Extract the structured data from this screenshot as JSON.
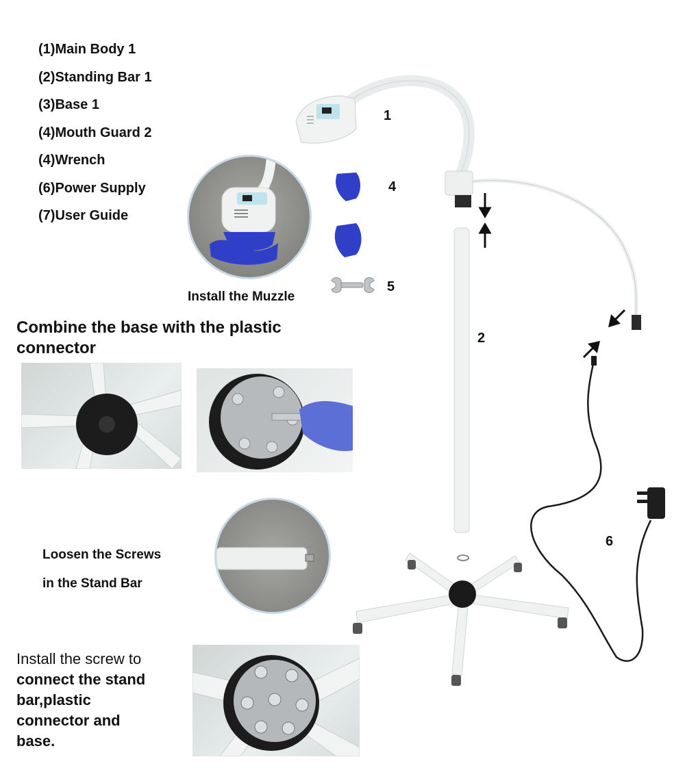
{
  "parts_list": [
    "(1)Main Body 1",
    "(2)Standing Bar 1",
    "(3)Base 1",
    "(4)Mouth Guard 2",
    "(4)Wrench",
    "(6)Power Supply",
    "(7)User Guide"
  ],
  "captions": {
    "install_muzzle": "Install the Muzzle",
    "combine_heading_line1": "Combine the base with the plastic",
    "combine_heading_line2": "connector",
    "loosen_line1": "Loosen the Screws",
    "loosen_line2": "in the Stand Bar",
    "install_screw_line1": "Install the screw to",
    "install_screw_line2": "connect the stand",
    "install_screw_line3": "bar,plastic",
    "install_screw_line4": "connector and",
    "install_screw_line5": "base."
  },
  "part_numbers": {
    "main_body": "1",
    "standing_bar": "2",
    "mouth_guard": "4",
    "wrench": "5",
    "power_supply": "6"
  },
  "colors": {
    "device_white": "#f2f4f4",
    "mouth_guard_blue": "#2f3fc8",
    "glove_blue": "#5b6fd6",
    "base_black": "#1a1a1a",
    "screen_blue": "#bfe3ee"
  }
}
